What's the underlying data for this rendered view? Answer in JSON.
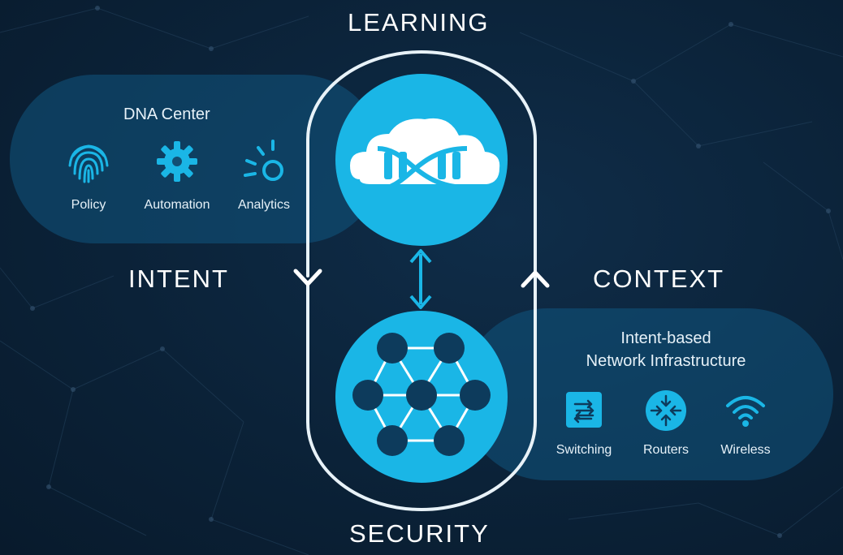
{
  "labels": {
    "learning": "LEARNING",
    "intent": "INTENT",
    "context": "CONTEXT",
    "security": "SECURITY"
  },
  "dna_center": {
    "title": "DNA Center",
    "items": [
      {
        "label": "Policy",
        "icon": "fingerprint-icon"
      },
      {
        "label": "Automation",
        "icon": "gear-icon"
      },
      {
        "label": "Analytics",
        "icon": "analytics-icon"
      }
    ]
  },
  "network": {
    "title_line1": "Intent-based",
    "title_line2": "Network Infrastructure",
    "items": [
      {
        "label": "Switching",
        "icon": "switch-icon"
      },
      {
        "label": "Routers",
        "icon": "router-icon"
      },
      {
        "label": "Wireless",
        "icon": "wifi-icon"
      }
    ]
  },
  "colors": {
    "accent": "#1ab6e6",
    "panel": "#105680",
    "background": "#0b2238",
    "text": "#ffffff"
  },
  "center_icons": {
    "top": "dna-cloud-icon",
    "bottom": "network-mesh-icon",
    "link": "bidirectional-arrow-icon"
  }
}
